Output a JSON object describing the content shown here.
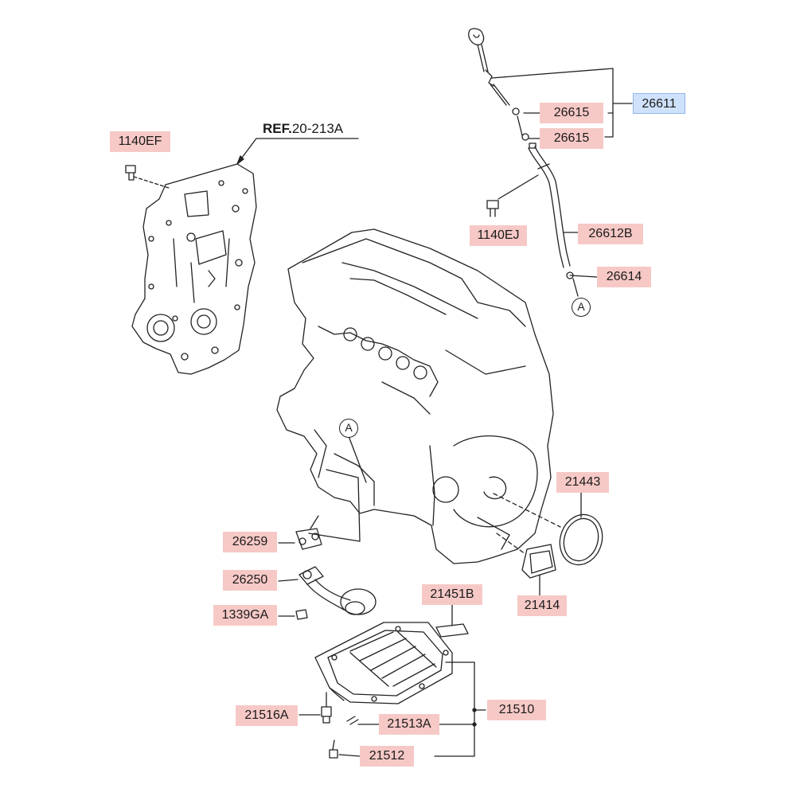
{
  "reference": {
    "prefix": "REF.",
    "code": "20-213A"
  },
  "callout_letter": "A",
  "labels": {
    "p1140EF": "1140EF",
    "p26611": "26611",
    "p26615a": "26615",
    "p26615b": "26615",
    "p1140EJ": "1140EJ",
    "p26612B": "26612B",
    "p26614": "26614",
    "p21443": "21443",
    "p26259": "26259",
    "p26250": "26250",
    "p21451B": "21451B",
    "p21414": "21414",
    "p1339GA": "1339GA",
    "p21516A": "21516A",
    "p21510": "21510",
    "p21513A": "21513A",
    "p21512": "21512"
  },
  "selected_part": "26611",
  "colors": {
    "label_bg": "#f6c9c6",
    "selected_bg": "#cfe2fb",
    "line": "#222222"
  }
}
